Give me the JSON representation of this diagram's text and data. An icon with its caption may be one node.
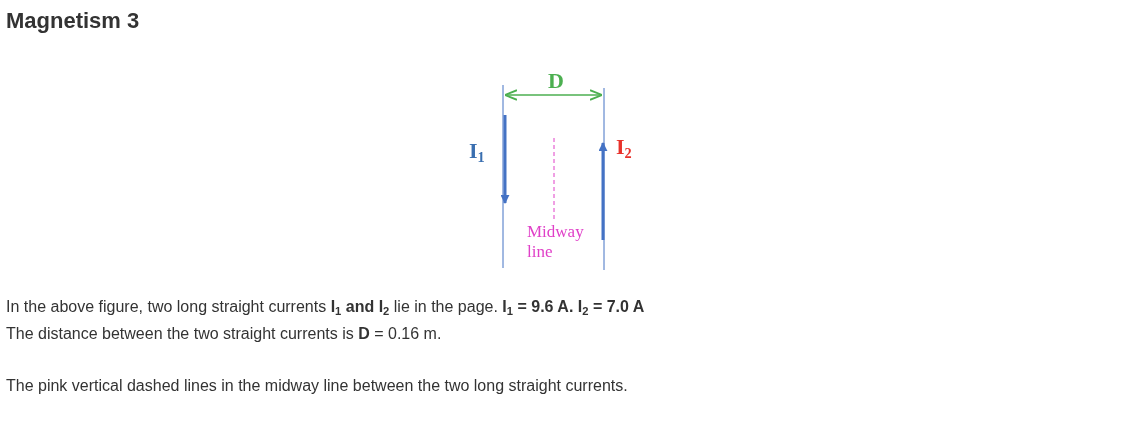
{
  "diagram": {
    "title": "Magnetism 3",
    "labels": [
      "D",
      "I$_{1}$",
      "I$_{2}$",
      "Midway line",
      "In the above figure,  two long straight currents **I**$_{1}$ **and I**$_{2}$ lie in the page. **I**$_{1}$ **= 9.6 A.  I**$_{2}$ **= 7.0 A**",
      "The distance between the two straight currents is **D** = 0.16 m.",
      "The pink vertical dashed lines in the midway line between the two long straight currents."
    ]
  }
}
